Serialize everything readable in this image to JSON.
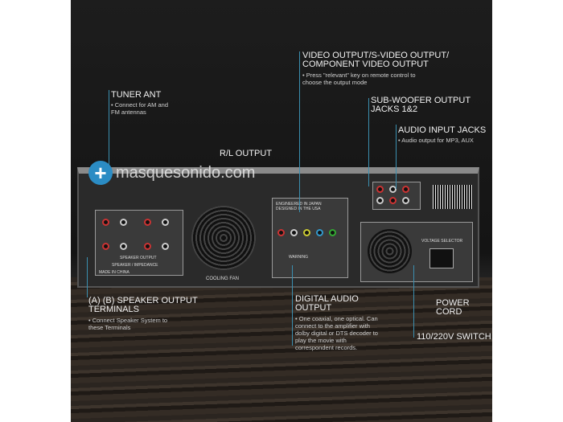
{
  "callouts": {
    "tuner": {
      "title": "TUNER ANT",
      "desc": "• Connect for AM and FM antennas"
    },
    "video": {
      "title": "VIDEO OUTPUT/S-VIDEO OUTPUT/ COMPONENT VIDEO OUTPUT",
      "desc": "• Press \"relevant\" key on remote control to choose the output mode"
    },
    "subwoofer": {
      "title": "SUB-WOOFER OUTPUT JACKS 1&2"
    },
    "audio_in": {
      "title": "AUDIO INPUT JACKS",
      "desc": "• Audio output for MP3, AUX"
    },
    "rl": {
      "title": "R/L OUTPUT"
    },
    "speaker": {
      "title": "(A) (B) SPEAKER OUTPUT TERMINALS",
      "desc": "• Connect Speaker System to these Terminals"
    },
    "digital": {
      "title": "DIGITAL AUDIO OUTPUT",
      "desc": "• One coaxial, one optical. Can connect to the amplifier with dolby digital or DTS decoder to play the movie with correspondent records."
    },
    "power": {
      "title": "POWER CORD"
    },
    "switch": {
      "title": "110/220V SWITCH"
    },
    "fan": {
      "title": "COOLING FAN"
    }
  },
  "device_labels": {
    "speaker_output": "SPEAKER OUTPUT",
    "impedance": "SPEAKER / IMPEDANCE",
    "made_in": "MADE IN CHINA",
    "cooling_fan": "COOLING FAN",
    "voltage": "VOLTAGE SELECTOR",
    "warning": "WARNING",
    "engineered": "ENGINEERED IN JAPAN DESIGNED IN THE USA"
  },
  "watermark": {
    "text": "masquesonido.com",
    "icon": "plus-icon",
    "color": "#2b8cc4"
  },
  "colors": {
    "accent_line": "#3b8fb0"
  }
}
